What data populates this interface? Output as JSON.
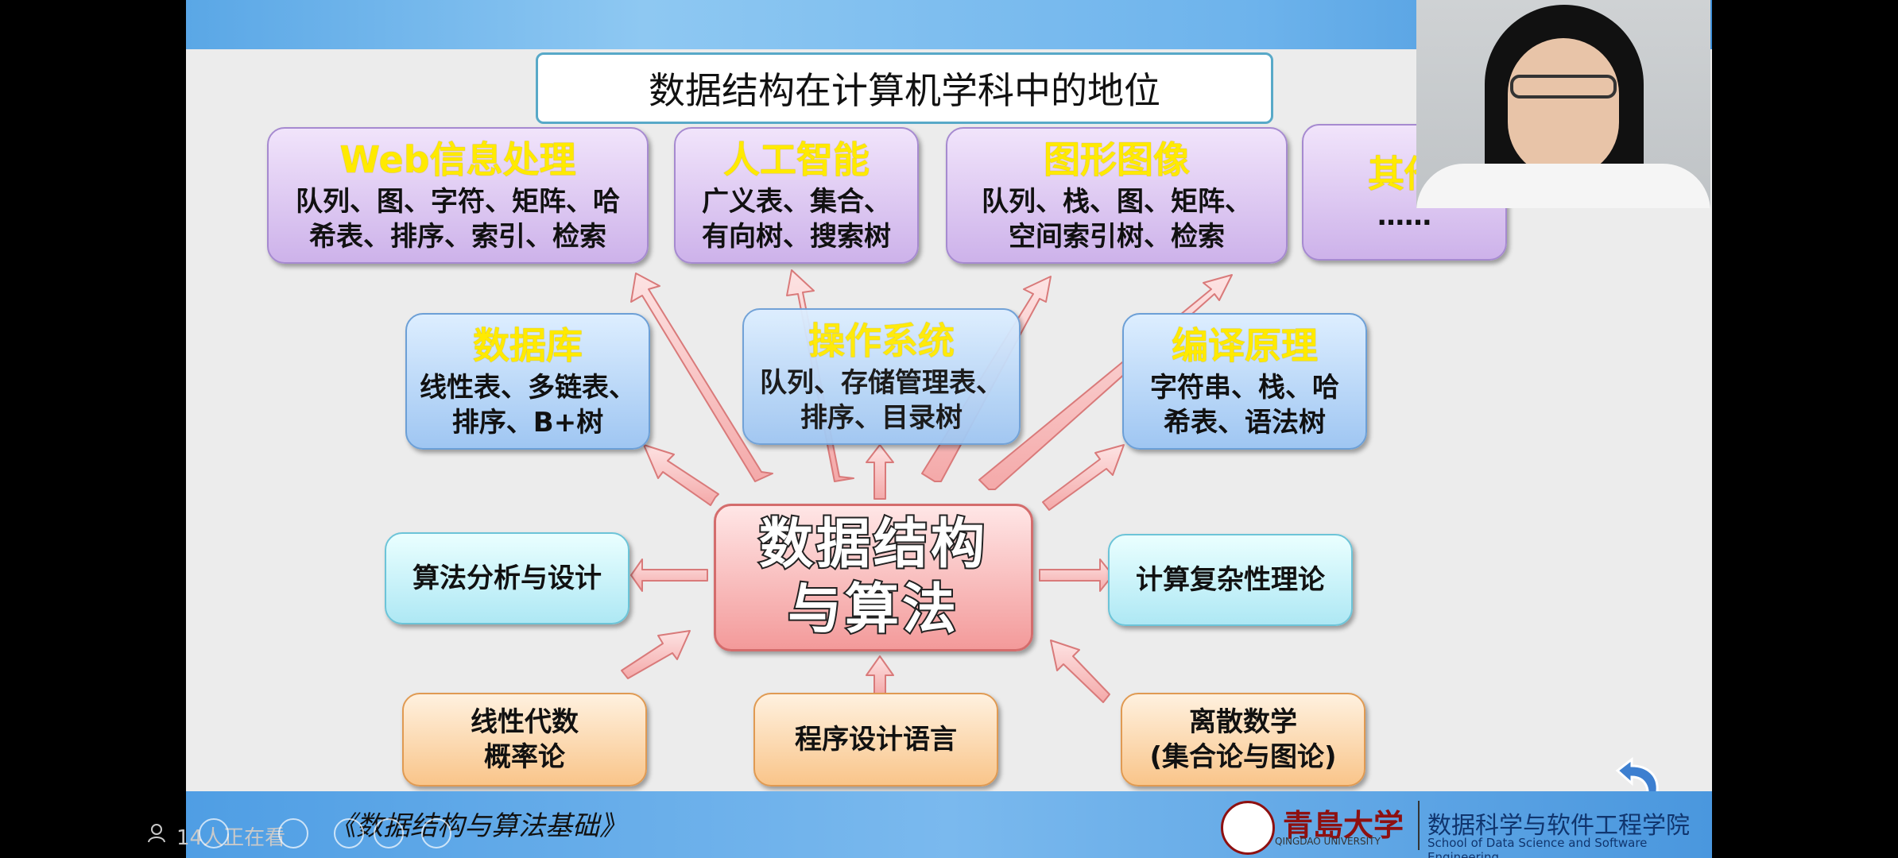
{
  "slide": {
    "title": "数据结构在计算机学科中的地位",
    "top_row": [
      {
        "title": "Web信息处理",
        "lines": [
          "队列、图、字符、矩阵、哈",
          "希表、排序、索引、检索"
        ]
      },
      {
        "title": "人工智能",
        "lines": [
          "广义表、集合、",
          "有向树、搜索树"
        ]
      },
      {
        "title": "图形图像",
        "lines": [
          "队列、栈、图、矩阵、",
          "空间索引树、检索"
        ]
      },
      {
        "title": "其他",
        "lines": [
          "……"
        ]
      }
    ],
    "middle_row": [
      {
        "title": "数据库",
        "lines": [
          "线性表、多链表、",
          "排序、B+树"
        ]
      },
      {
        "title": "操作系统",
        "lines": [
          "队列、存储管理表、",
          "排序、目录树"
        ]
      },
      {
        "title": "编译原理",
        "lines": [
          "字符串、栈、哈",
          "希表、语法树"
        ]
      }
    ],
    "center": {
      "line1": "数据结构",
      "line2": "与算法"
    },
    "left_box": "算法分析与设计",
    "right_box": "计算复杂性理论",
    "bottom_row": [
      {
        "lines": [
          "线性代数",
          "概率论"
        ]
      },
      {
        "lines": [
          "程序设计语言"
        ]
      },
      {
        "lines": [
          "离散数学",
          "(集合论与图论)"
        ]
      }
    ],
    "footer": {
      "book_title": "《数据结构与算法基础》",
      "university_cn": "青島大学",
      "university_en": "QINGDAO UNIVERSITY",
      "school_cn": "数据科学与软件工程学院",
      "school_en": "School of Data Science and Software Engineering"
    }
  },
  "overlay": {
    "viewers_text": "14人正在看"
  },
  "colors": {
    "title_yellow": "#ffea00",
    "arrow_fill": "#f8c4c4",
    "arrow_stroke": "#d97a7a"
  }
}
